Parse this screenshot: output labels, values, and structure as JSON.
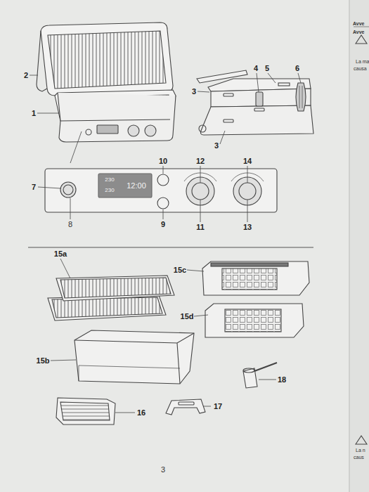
{
  "diagram": {
    "labels": [
      "1",
      "2",
      "3",
      "3",
      "4",
      "5",
      "6",
      "7",
      "8",
      "9",
      "10",
      "11",
      "12",
      "13",
      "14",
      "230",
      "230",
      "12:00",
      "15a",
      "15c",
      "15d",
      "15b",
      "18",
      "16",
      "17",
      "3",
      "Avve",
      "Avve",
      "La ma",
      "causa",
      "La n",
      "caus"
    ]
  }
}
